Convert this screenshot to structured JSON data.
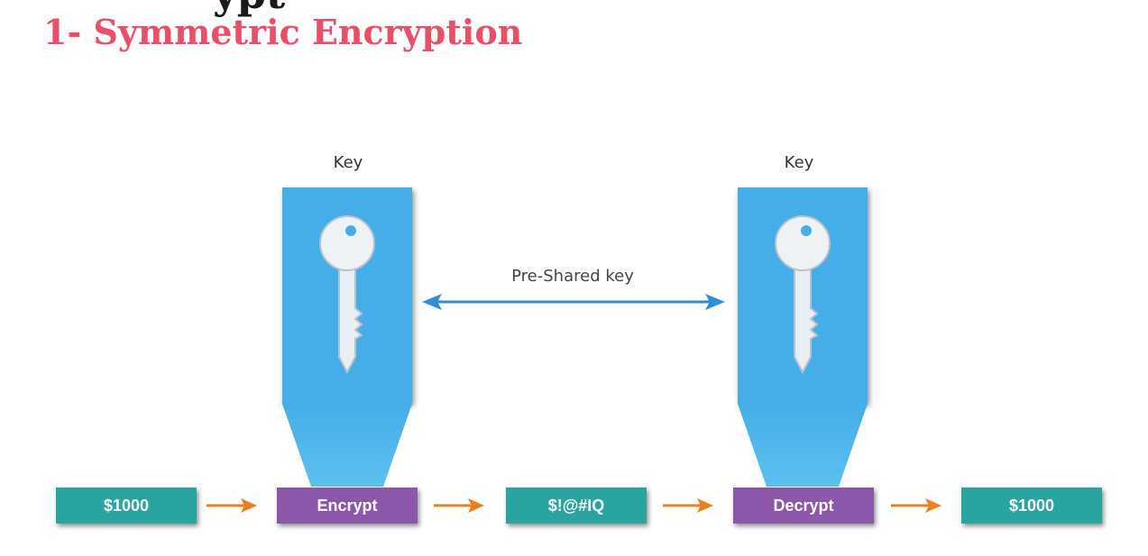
{
  "header": {
    "cut_title": "ypt",
    "title": "1- Symmetric Encryption"
  },
  "diagram": {
    "key_left_label": "Key",
    "key_right_label": "Key",
    "shared_label": "Pre-Shared key",
    "flow": {
      "plaintext_in": "$1000",
      "encrypt": "Encrypt",
      "ciphertext": "$!@#IQ",
      "decrypt": "Decrypt",
      "plaintext_out": "$1000"
    }
  },
  "colors": {
    "title": "#ea4e68",
    "key_panel": "#45aee8",
    "teal_box": "#2aa4a0",
    "purple_box": "#8c57aa",
    "flow_arrow": "#e8801e",
    "shared_arrow": "#2e8fd6"
  }
}
